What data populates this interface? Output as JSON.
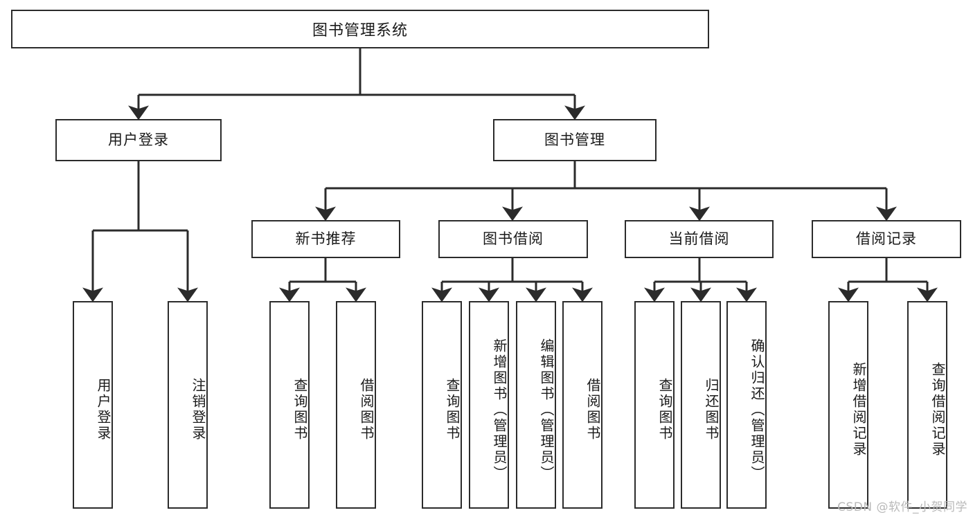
{
  "diagram": {
    "title": "图书管理系统",
    "watermark": "CSDN @软件_小贺同学",
    "stroke_color": "#2b2b2b",
    "background_color": "#ffffff",
    "text_color": "#1a1a1a",
    "watermark_color": "#b9b9b9"
  },
  "root": {
    "label": "图书管理系统"
  },
  "level2": [
    {
      "label": "用户登录"
    },
    {
      "label": "图书管理"
    }
  ],
  "level3": [
    {
      "label": "新书推荐"
    },
    {
      "label": "图书借阅"
    },
    {
      "label": "当前借阅"
    },
    {
      "label": "借阅记录"
    }
  ],
  "leaves": {
    "user_login": [
      {
        "label": "用户登录"
      },
      {
        "label": "注销登录"
      }
    ],
    "new_book_recommend": [
      {
        "label": "查询图书"
      },
      {
        "label": "借阅图书"
      }
    ],
    "book_borrow": [
      {
        "label": "查询图书"
      },
      {
        "label": "新增图书（管理员）"
      },
      {
        "label": "编辑图书（管理员）"
      },
      {
        "label": "借阅图书"
      }
    ],
    "current_borrow": [
      {
        "label": "查询图书"
      },
      {
        "label": "归还图书"
      },
      {
        "label": "确认归还（管理员）"
      }
    ],
    "borrow_records": [
      {
        "label": "新增借阅记录"
      },
      {
        "label": "查询借阅记录"
      }
    ]
  }
}
